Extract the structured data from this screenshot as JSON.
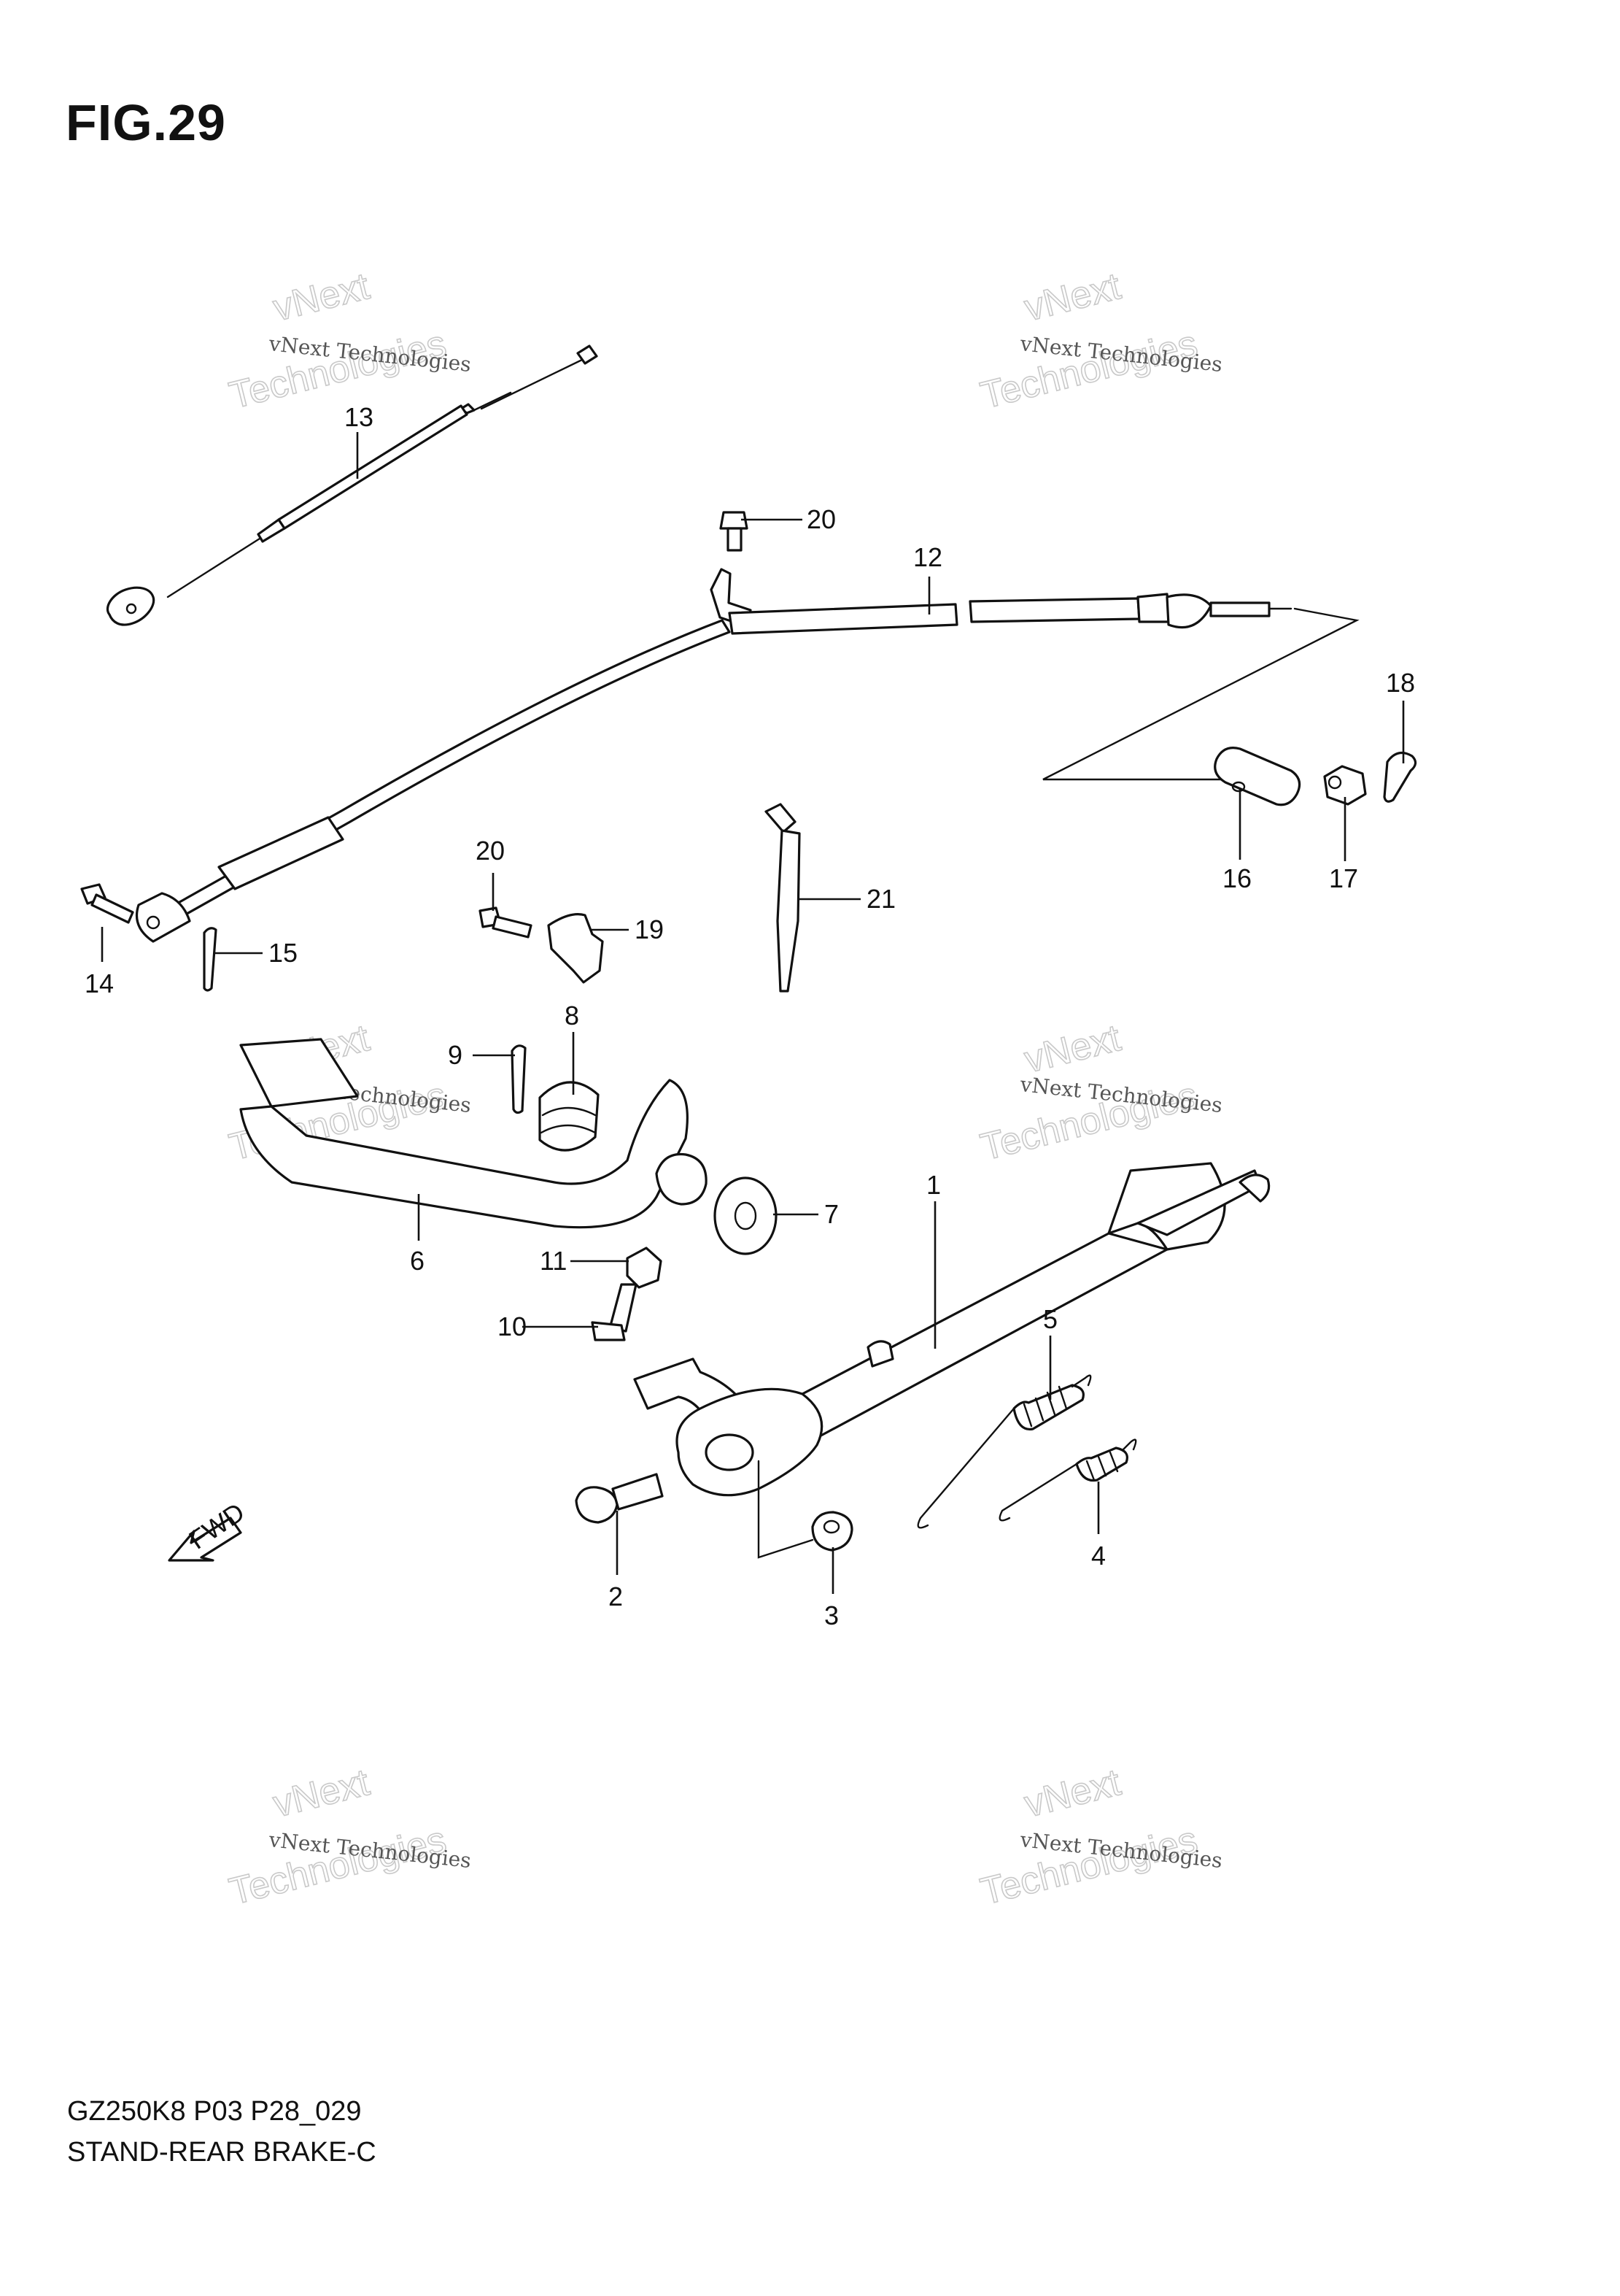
{
  "figure": {
    "title": "FIG.29"
  },
  "footer": {
    "code": "GZ250K8 P03 P28_029",
    "name": "STAND-REAR BRAKE-C"
  },
  "direction_marker": {
    "label": "FWD"
  },
  "watermark": {
    "name": "vNext Technologies",
    "line1": "vNext",
    "line2": "Technologies"
  },
  "callouts": [
    {
      "id": "1",
      "label": "1"
    },
    {
      "id": "2",
      "label": "2"
    },
    {
      "id": "3",
      "label": "3"
    },
    {
      "id": "4",
      "label": "4"
    },
    {
      "id": "5",
      "label": "5"
    },
    {
      "id": "6",
      "label": "6"
    },
    {
      "id": "7",
      "label": "7"
    },
    {
      "id": "8",
      "label": "8"
    },
    {
      "id": "9",
      "label": "9"
    },
    {
      "id": "10",
      "label": "10"
    },
    {
      "id": "11",
      "label": "11"
    },
    {
      "id": "12",
      "label": "12"
    },
    {
      "id": "13",
      "label": "13"
    },
    {
      "id": "14",
      "label": "14"
    },
    {
      "id": "15",
      "label": "15"
    },
    {
      "id": "16",
      "label": "16"
    },
    {
      "id": "17",
      "label": "17"
    },
    {
      "id": "18",
      "label": "18"
    },
    {
      "id": "19",
      "label": "19"
    },
    {
      "id": "20a",
      "label": "20"
    },
    {
      "id": "20b",
      "label": "20"
    },
    {
      "id": "21",
      "label": "21"
    }
  ]
}
